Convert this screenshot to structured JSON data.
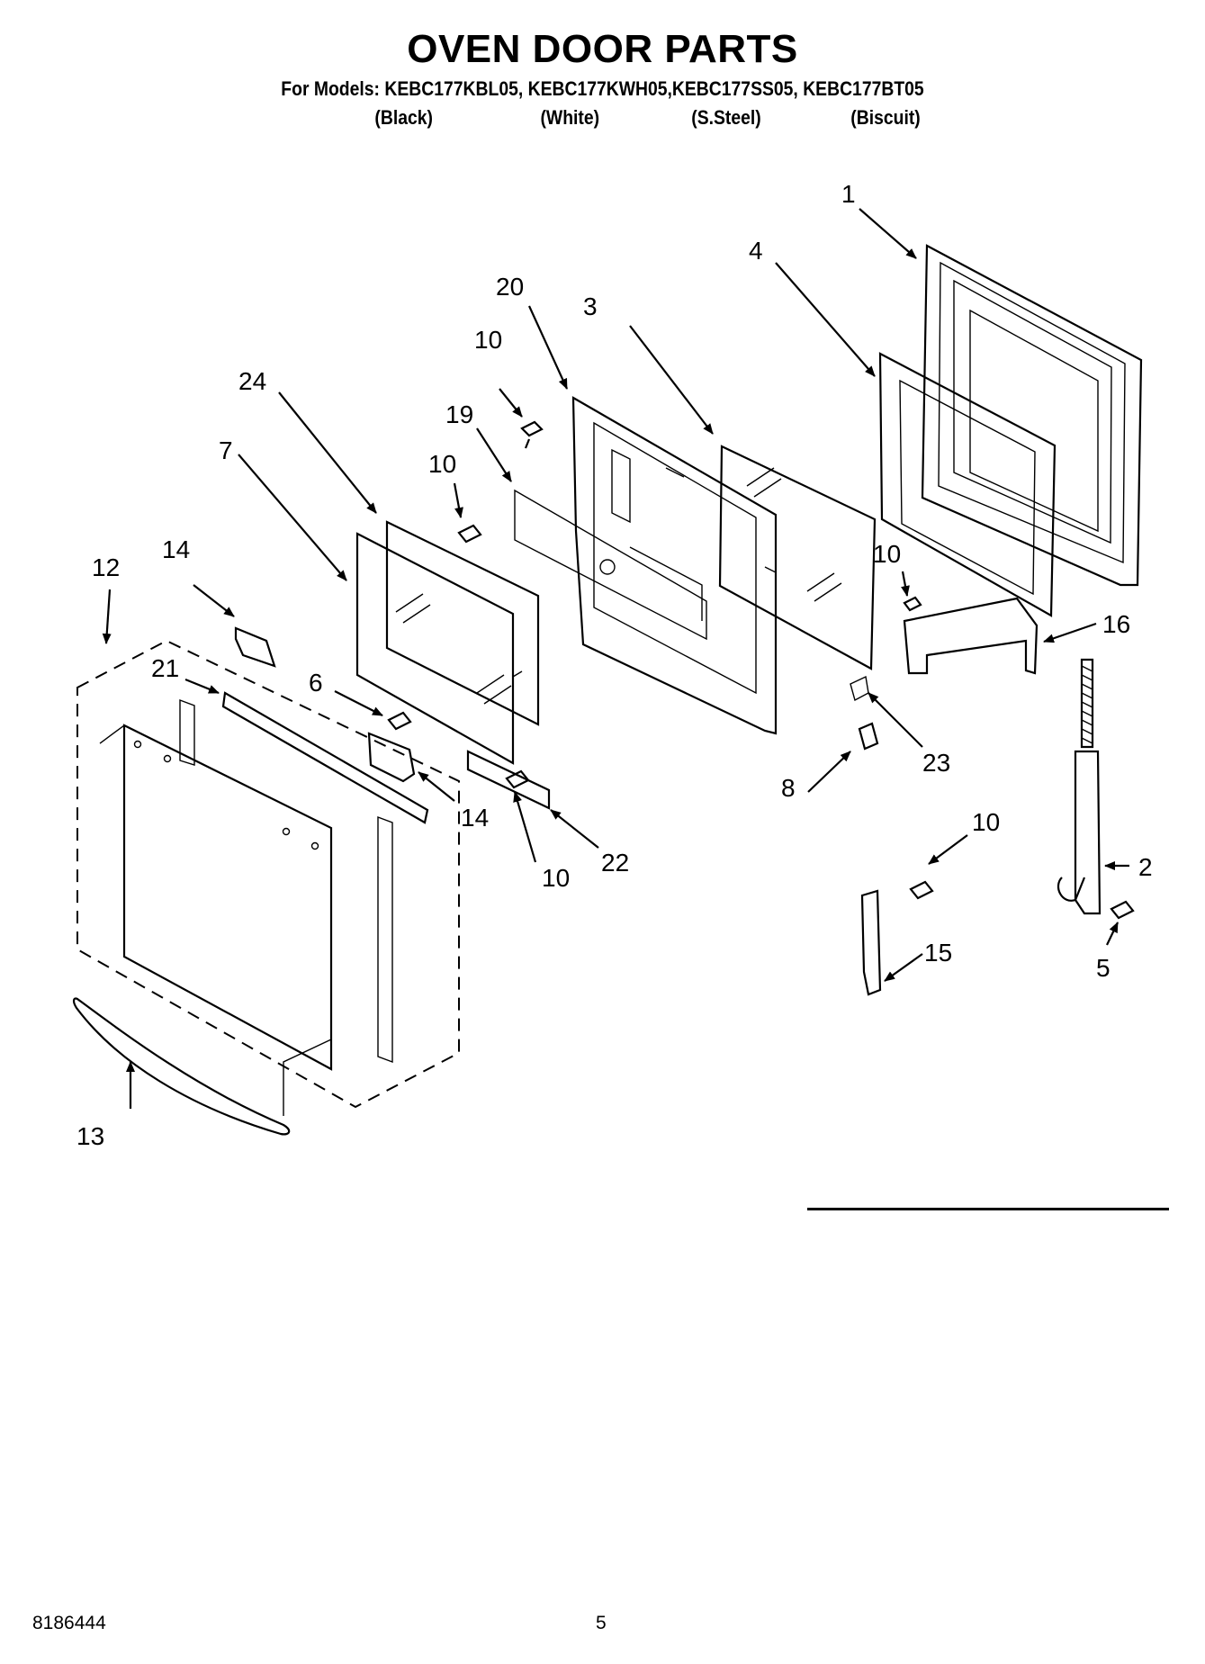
{
  "title": "OVEN DOOR PARTS",
  "models_line": "For Models: KEBC177KBL05, KEBC177KWH05,KEBC177SS05, KEBC177BT05",
  "colors": [
    "(Black)",
    "(White)",
    "(S.Steel)",
    "(Biscuit)"
  ],
  "callouts": {
    "c1": "1",
    "c2": "2",
    "c3": "3",
    "c4": "4",
    "c5": "5",
    "c6": "6",
    "c7": "7",
    "c8": "8",
    "c10a": "10",
    "c10b": "10",
    "c10c": "10",
    "c10d": "10",
    "c10e": "10",
    "c12": "12",
    "c13": "13",
    "c14a": "14",
    "c14b": "14",
    "c15": "15",
    "c16": "16",
    "c19": "19",
    "c20": "20",
    "c21": "21",
    "c22": "22",
    "c23": "23",
    "c24": "24"
  },
  "footer": {
    "doc_number": "8186444",
    "page_number": "5"
  }
}
